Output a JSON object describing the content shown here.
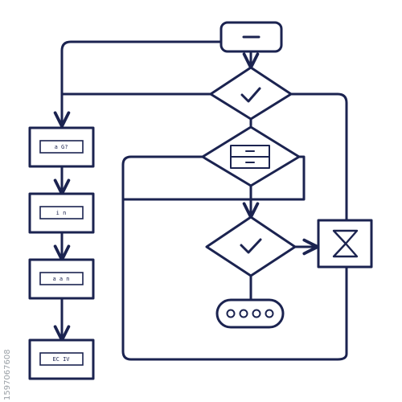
{
  "colors": {
    "ink": "#1b2350",
    "background": "#ffffff",
    "watermark": "#9aa0a6"
  },
  "nodes": {
    "start_label": "",
    "box1_label": "a G?",
    "box2_label": "i n",
    "box3_label": "a a n",
    "box4_label": "EC IV"
  },
  "icons": {
    "decision_top": "checkmark-icon",
    "decision_middle": "drawer-icon",
    "decision_bottom": "checkmark-icon",
    "timer": "hourglass-icon",
    "terminal": "dots-icon"
  },
  "watermark": {
    "id_text": "1597067608"
  }
}
